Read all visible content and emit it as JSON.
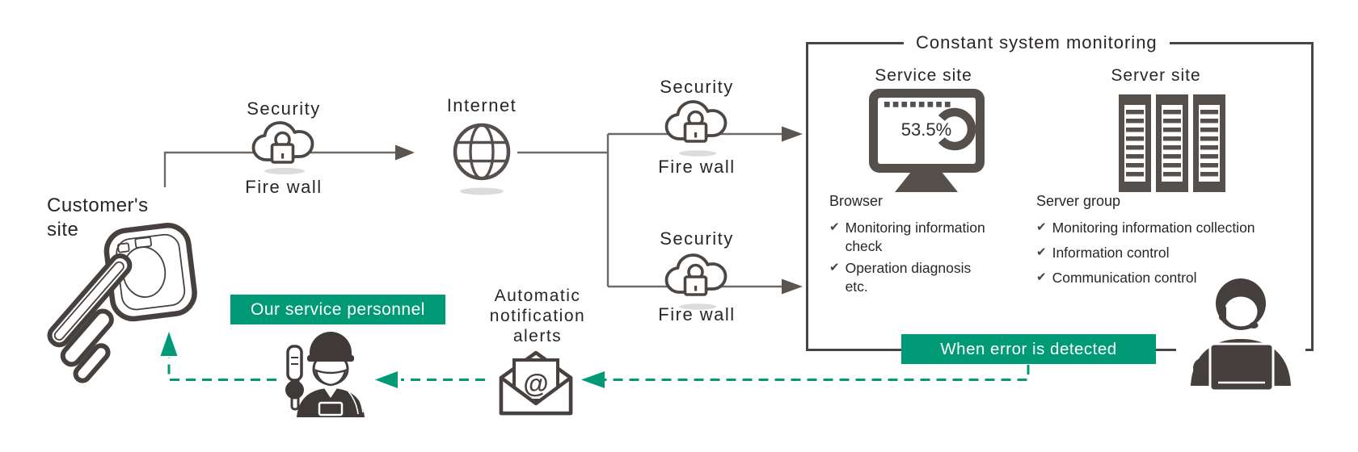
{
  "colors": {
    "accent_green": "#009b76",
    "icon_gray": "#56504d",
    "line_gray": "#6f6a66",
    "text_dark": "#2b2526"
  },
  "marks": {
    "check": "✔"
  },
  "icons": {
    "at_symbol": "@"
  },
  "labels": {
    "customer_site": "Customer's\nsite",
    "internet": "Internet"
  },
  "firewall": {
    "top": "Security",
    "bottom": "Fire wall"
  },
  "box": {
    "title": "Constant system monitoring",
    "service_site": {
      "heading": "Service site",
      "monitor_value": "53.5%",
      "list_heading": "Browser",
      "items": [
        "Monitoring information check",
        "Operation diagnosis etc."
      ]
    },
    "server_site": {
      "heading": "Server site",
      "list_heading": "Server group",
      "items": [
        "Monitoring information collection",
        "Information control",
        "Communication control"
      ]
    },
    "error_banner": "When error is detected"
  },
  "notification": {
    "label": "Automatic\nnotification\nalerts"
  },
  "personnel": {
    "banner": "Our service personnel"
  }
}
